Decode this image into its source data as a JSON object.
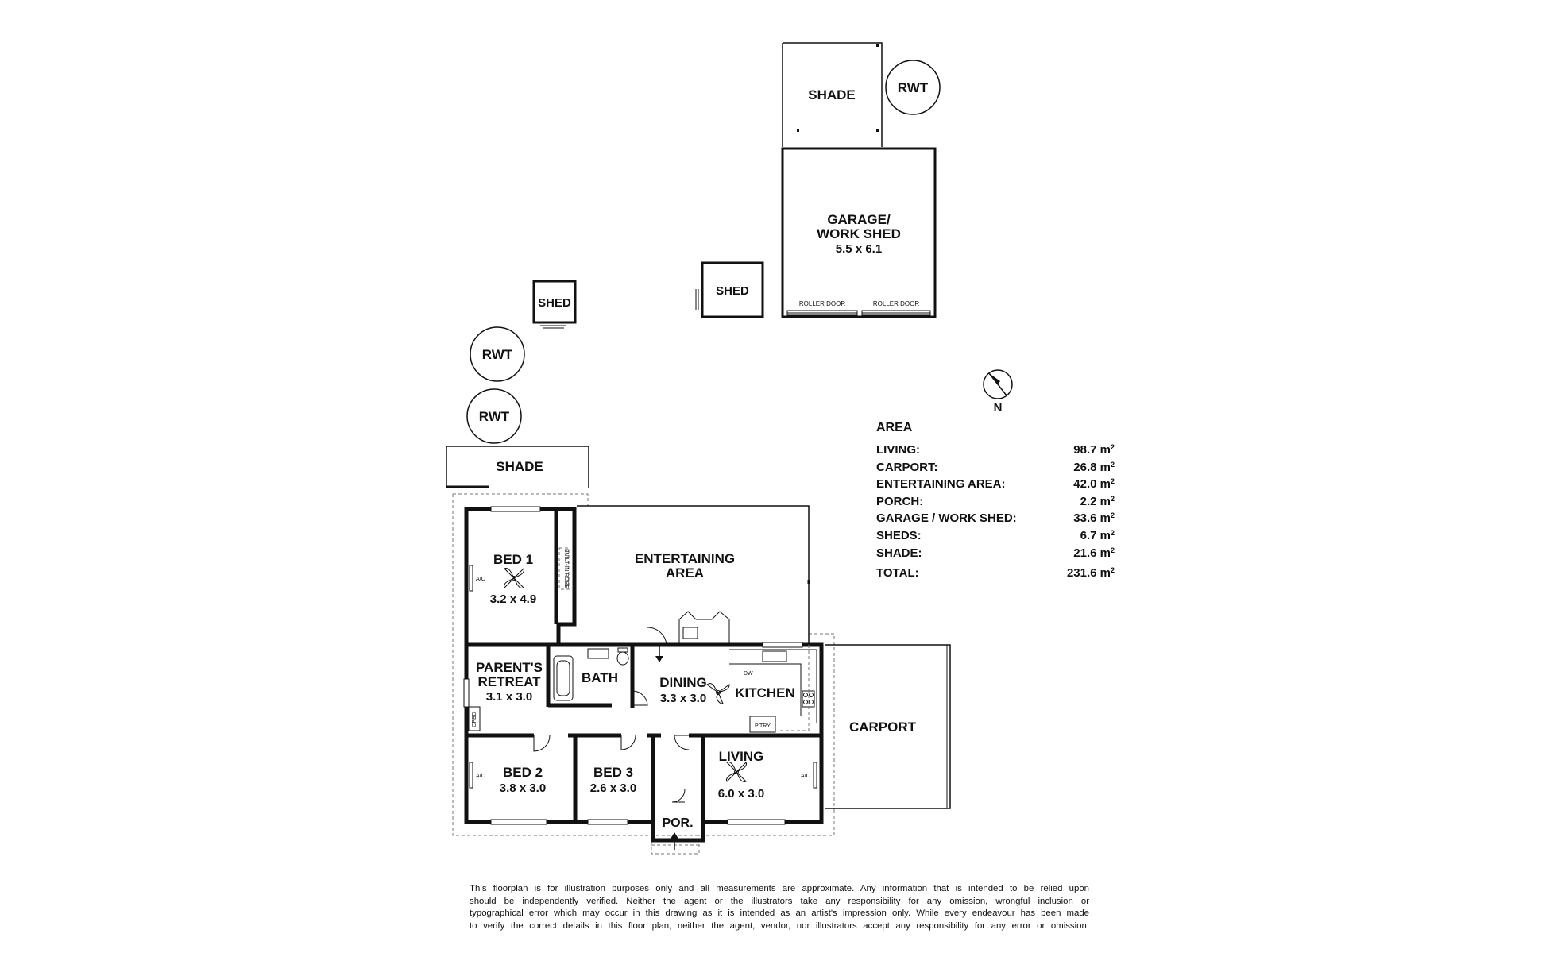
{
  "rooms": {
    "shade_top": {
      "label": "SHADE"
    },
    "rwt_top": {
      "label": "RWT"
    },
    "garage": {
      "label_line1": "GARAGE/",
      "label_line2": "WORK SHED",
      "dims": "5.5 x 6.1",
      "door_left": "ROLLER DOOR",
      "door_right": "ROLLER DOOR"
    },
    "shed_small": {
      "label": "SHED"
    },
    "shed_mid": {
      "label": "SHED"
    },
    "rwt_1": {
      "label": "RWT"
    },
    "rwt_2": {
      "label": "RWT"
    },
    "shade_left": {
      "label": "SHADE"
    },
    "bed1": {
      "label": "BED 1",
      "dims": "3.2 x 4.9",
      "ac": "A/C",
      "robe": "BUILT-IN ROBE"
    },
    "entertaining": {
      "label_line1": "ENTERTAINING",
      "label_line2": "AREA"
    },
    "parents_retreat": {
      "label_line1": "PARENT'S",
      "label_line2": "RETREAT",
      "dims": "3.1 x 3.0",
      "cpbd": "CPBD"
    },
    "bath": {
      "label": "BATH"
    },
    "dining": {
      "label": "DINING",
      "dims": "3.3 x 3.0"
    },
    "kitchen": {
      "label": "KITCHEN",
      "dw": "DW",
      "ptry": "P'TRY"
    },
    "carport": {
      "label": "CARPORT"
    },
    "bed2": {
      "label": "BED 2",
      "dims": "3.8 x 3.0",
      "ac": "A/C"
    },
    "bed3": {
      "label": "BED 3",
      "dims": "2.6 x 3.0"
    },
    "living": {
      "label": "LIVING",
      "dims": "6.0 x 3.0",
      "ac": "A/C"
    },
    "porch": {
      "label": "POR."
    }
  },
  "compass": {
    "label": "N"
  },
  "area": {
    "title": "AREA",
    "rows": [
      {
        "label": "LIVING:",
        "value": "98.7 m",
        "sup": "2"
      },
      {
        "label": "CARPORT:",
        "value": "26.8 m",
        "sup": "2"
      },
      {
        "label": "ENTERTAINING AREA:",
        "value": "42.0 m",
        "sup": "2"
      },
      {
        "label": "PORCH:",
        "value": "2.2 m",
        "sup": "2"
      },
      {
        "label": "GARAGE / WORK SHED:",
        "value": "33.6 m",
        "sup": "2"
      },
      {
        "label": "SHEDS:",
        "value": "6.7 m",
        "sup": "2"
      },
      {
        "label": "SHADE:",
        "value": "21.6 m",
        "sup": "2"
      }
    ],
    "total": {
      "label": "TOTAL:",
      "value": "231.6 m",
      "sup": "2"
    }
  },
  "disclaimer": {
    "line1": "This floorplan is for illustration purposes only and all measurements are approximate. Any information that is intended to be relied upon",
    "line2": "should be independently verified. Neither the agent or the illustrators take any responsibility for any omission, wrongful inclusion or",
    "line3": "typographical error which may occur in this drawing as it is intended as an artist's impression only. While every endeavour has been made",
    "line4": "to verify the correct details in this floor plan, neither the agent, vendor, nor illustrators accept any responsibility for any error or omission."
  }
}
